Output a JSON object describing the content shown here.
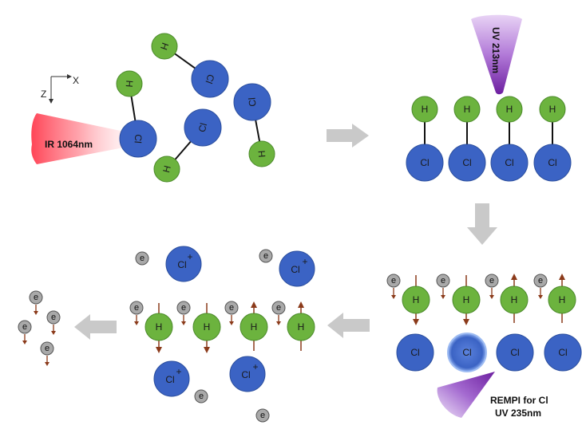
{
  "axes": {
    "x_label": "X",
    "z_label": "Z"
  },
  "lasers": {
    "ir": "IR 1064nm",
    "uv_top": "UV 213nm",
    "rempi_line1": "REMPI for Cl",
    "rempi_line2": "UV 235nm"
  },
  "atoms": {
    "h": "H",
    "cl": "Cl",
    "cl_ion": "Cl",
    "charge": "+",
    "electron": "e"
  },
  "colors": {
    "h_fill": "#6cb33e",
    "cl_fill": "#3b63c4",
    "electron_fill": "#a9a9a9",
    "arrow_gray": "#c9c9c9",
    "spin_arrow": "#8b3a1a",
    "uv_purple": "#8a3ab9",
    "ir_red": "#ff4d5e"
  },
  "process_arrows": [
    "right-arrow",
    "down-arrow",
    "left-arrow",
    "left-arrow"
  ]
}
